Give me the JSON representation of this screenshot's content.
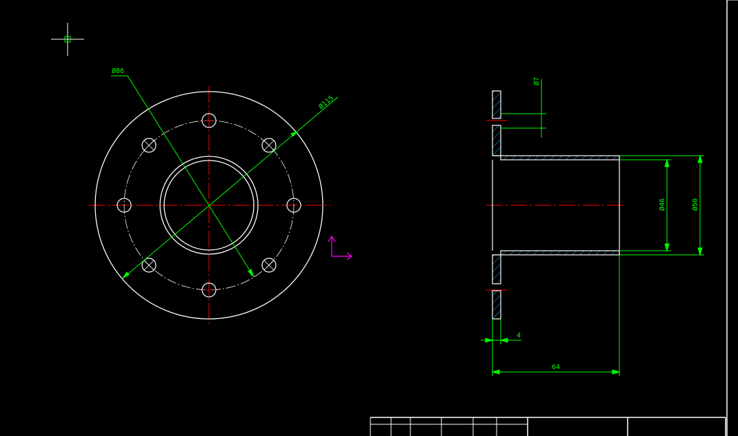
{
  "drawing": {
    "colors": {
      "background": "#000000",
      "object_lines": "#ffffff",
      "center_lines": "#ff0000",
      "dimensions": "#00ff00",
      "ucs_icon": "#ff00ff",
      "hatch": "#00bfff"
    },
    "front_view": {
      "leaders": {
        "d86_label": "Ø86",
        "d115_label": "Ø115"
      }
    },
    "section_view": {
      "dimensions": {
        "hole_label": "Ø7",
        "bore_label": "Ø46",
        "outer_label": "Ø50",
        "flange_thickness_label": "4",
        "length_label": "64"
      }
    }
  }
}
